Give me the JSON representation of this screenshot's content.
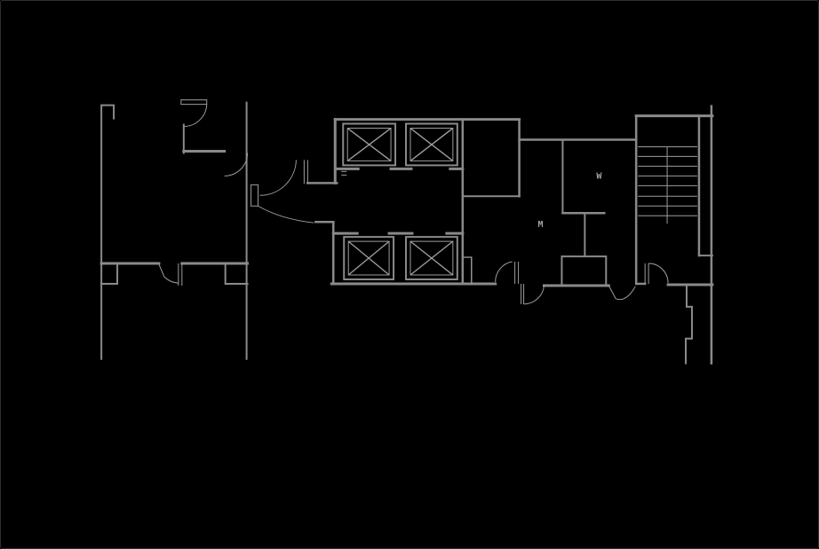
{
  "window": {
    "background_color": "#000000",
    "border_color": "#2e2e2e"
  },
  "floor_plan": {
    "description": "CAD floor plan line drawing on black background",
    "wall_color": "#8a8a8a",
    "detail_line_color": "#9c9c9c",
    "label_color": "#a3a3a3",
    "labels": {
      "women_restroom": "W",
      "men_restroom": "M"
    },
    "elevator_shaft_count": 4,
    "stair_tread_count": 8
  }
}
